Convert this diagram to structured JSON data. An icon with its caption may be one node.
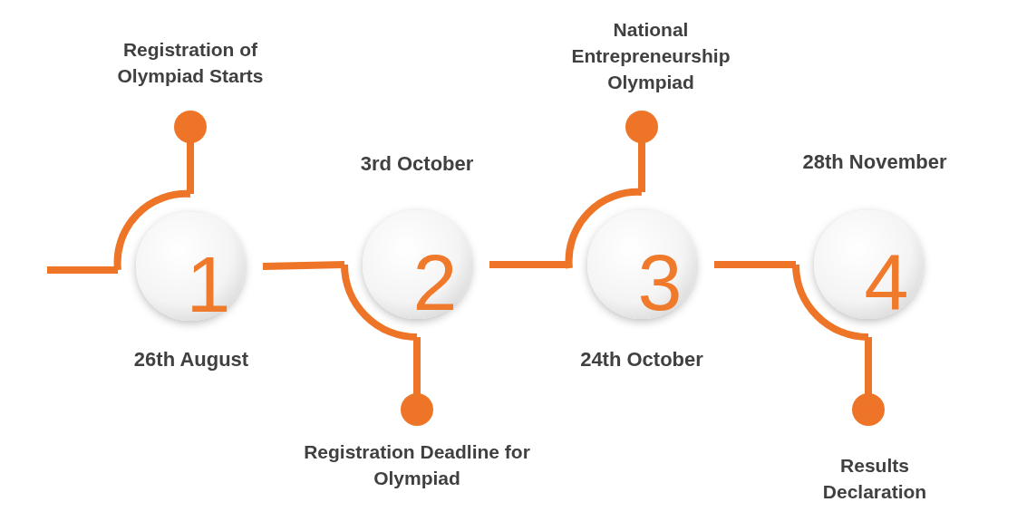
{
  "diagram": {
    "nodes": [
      {
        "text": [
          "1"
        ],
        "beside": [
          "26th August"
        ]
      },
      {
        "text": [
          "Registration of Olympiad Starts"
        ]
      },
      {
        "text": [
          "2"
        ],
        "beside": [
          "3rd October"
        ]
      },
      {
        "text": [
          "Registration Deadline for Olympiad"
        ]
      },
      {
        "text": [
          "3"
        ],
        "beside": [
          "24th October"
        ]
      },
      {
        "text": [
          "National Entrepreneurship Olympiad"
        ]
      },
      {
        "text": [
          "4"
        ],
        "beside": [
          "28th November"
        ]
      },
      {
        "text": [
          "Results Declaration"
        ]
      }
    ],
    "edges": [
      {
        "from": null,
        "to": 0,
        "arrow": "none"
      },
      {
        "from": 0,
        "to": 1,
        "arrow": "other"
      },
      {
        "from": 0,
        "to": 2,
        "arrow": "none"
      },
      {
        "from": 2,
        "to": 3,
        "arrow": "other"
      },
      {
        "from": 2,
        "to": 4,
        "arrow": "none"
      },
      {
        "from": 4,
        "to": 5,
        "arrow": "other"
      },
      {
        "from": 4,
        "to": 6,
        "arrow": "none"
      },
      {
        "from": 6,
        "to": 7,
        "arrow": "other"
      }
    ]
  }
}
